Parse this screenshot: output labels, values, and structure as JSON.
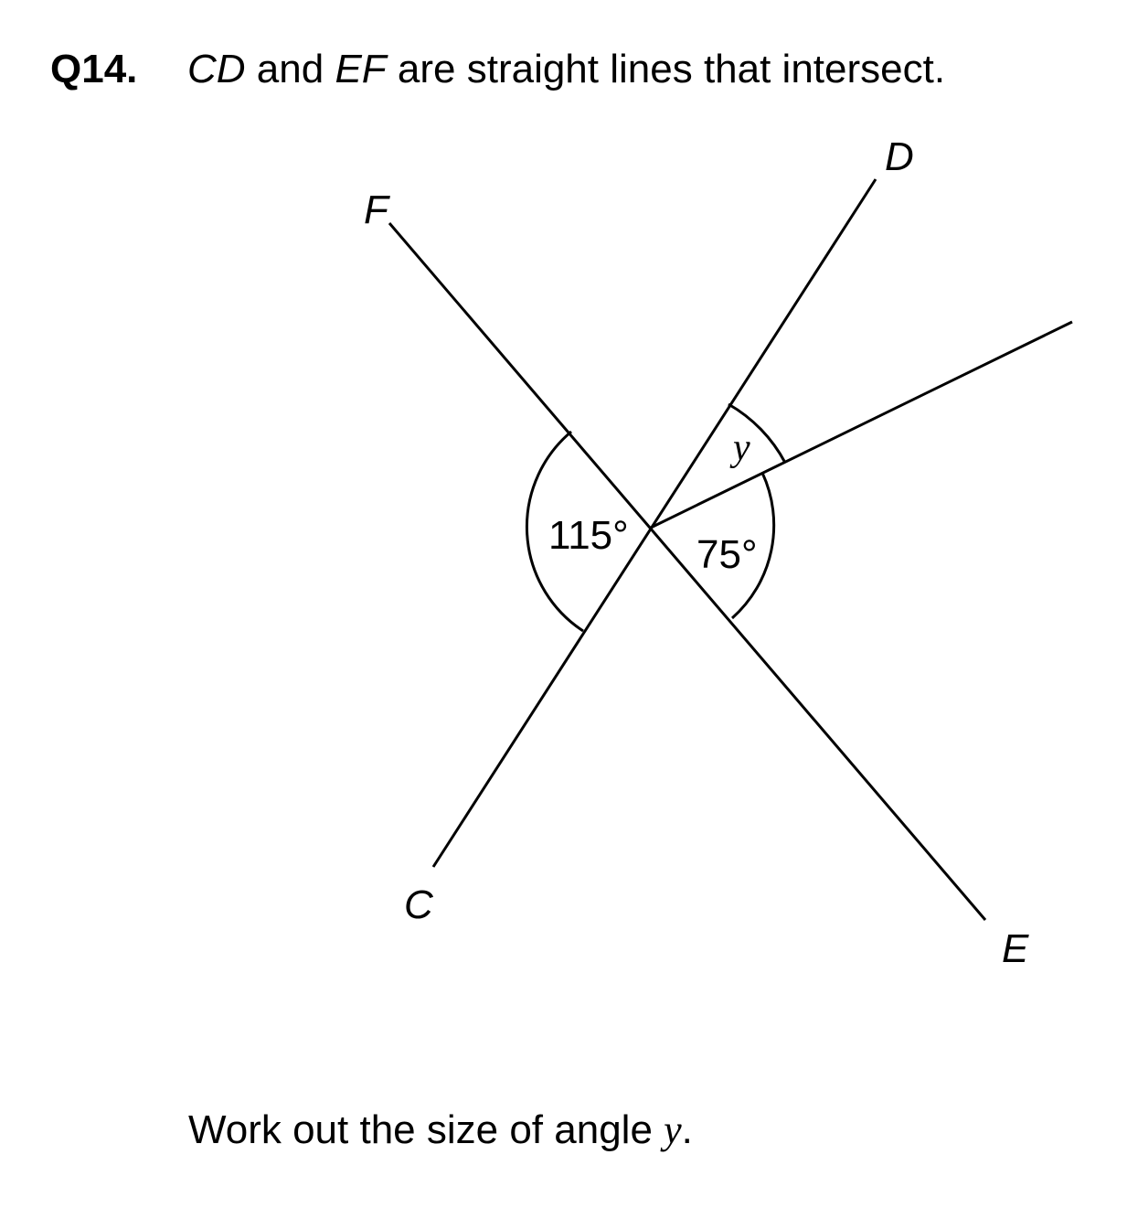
{
  "question": {
    "number": "Q14.",
    "line1": "CD",
    "connector1": " and ",
    "line2": "EF",
    "statement": " are straight lines that intersect."
  },
  "diagram": {
    "points": {
      "C": "C",
      "D": "D",
      "E": "E",
      "F": "F"
    },
    "angles": {
      "left": "115°",
      "lower_right": "75°",
      "unknown": "y"
    }
  },
  "instruction": {
    "text": "Work out the size of angle ",
    "variable": "y",
    "end": "."
  }
}
